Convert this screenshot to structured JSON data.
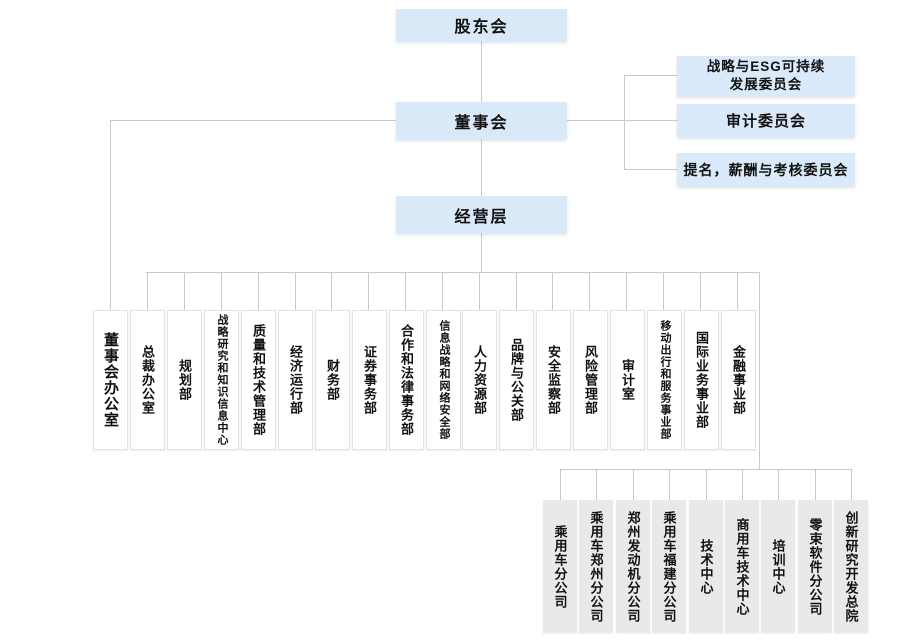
{
  "colors": {
    "top_box_fill": "#d9e9f8",
    "committee_box_fill": "#dbeafa",
    "department_box_fill": "#ffffff",
    "subsidiary_box_fill": "#e9e9e9",
    "connector_line": "#c9c9c9",
    "text": "#111111"
  },
  "hierarchy": {
    "shareholders": {
      "label": "股东会"
    },
    "board": {
      "label": "董事会"
    },
    "management": {
      "label": "经营层"
    }
  },
  "committees": [
    {
      "line1": "战略与ESG可持续",
      "line2": "发展委员会"
    },
    {
      "label": "审计委员会"
    },
    {
      "label": "提名，薪酬与考核委员会"
    }
  ],
  "departments": [
    {
      "label": "董事会办公室",
      "reports_to": "董事会"
    },
    {
      "label": "总裁办公室",
      "reports_to": "经营层"
    },
    {
      "label": "规划部",
      "reports_to": "经营层"
    },
    {
      "label": "战略研究和知识信息中心",
      "reports_to": "经营层"
    },
    {
      "label": "质量和技术管理部",
      "reports_to": "经营层"
    },
    {
      "label": "经济运行部",
      "reports_to": "经营层"
    },
    {
      "label": "财务部",
      "reports_to": "经营层"
    },
    {
      "label": "证券事务部",
      "reports_to": "经营层"
    },
    {
      "label": "合作和法律事务部",
      "reports_to": "经营层"
    },
    {
      "label": "信息战略和网络安全部",
      "reports_to": "经营层"
    },
    {
      "label": "人力资源部",
      "reports_to": "经营层"
    },
    {
      "label": "品牌与公关部",
      "reports_to": "经营层"
    },
    {
      "label": "安全监察部",
      "reports_to": "经营层"
    },
    {
      "label": "风险管理部",
      "reports_to": "经营层"
    },
    {
      "label": "审计室",
      "reports_to": "经营层"
    },
    {
      "label": "移动出行和服务事业部",
      "reports_to": "经营层"
    },
    {
      "label": "国际业务事业部",
      "reports_to": "经营层"
    },
    {
      "label": "金融事业部",
      "reports_to": "经营层"
    }
  ],
  "subsidiaries": [
    {
      "label": "乘用车分公司"
    },
    {
      "label": "乘用车郑州分公司"
    },
    {
      "label": "郑州发动机分公司"
    },
    {
      "label": "乘用车福建分公司"
    },
    {
      "label": "技术中心"
    },
    {
      "label": "商用车技术中心"
    },
    {
      "label": "培训中心"
    },
    {
      "label": "零束软件分公司"
    },
    {
      "label": "创新研究开发总院"
    }
  ]
}
